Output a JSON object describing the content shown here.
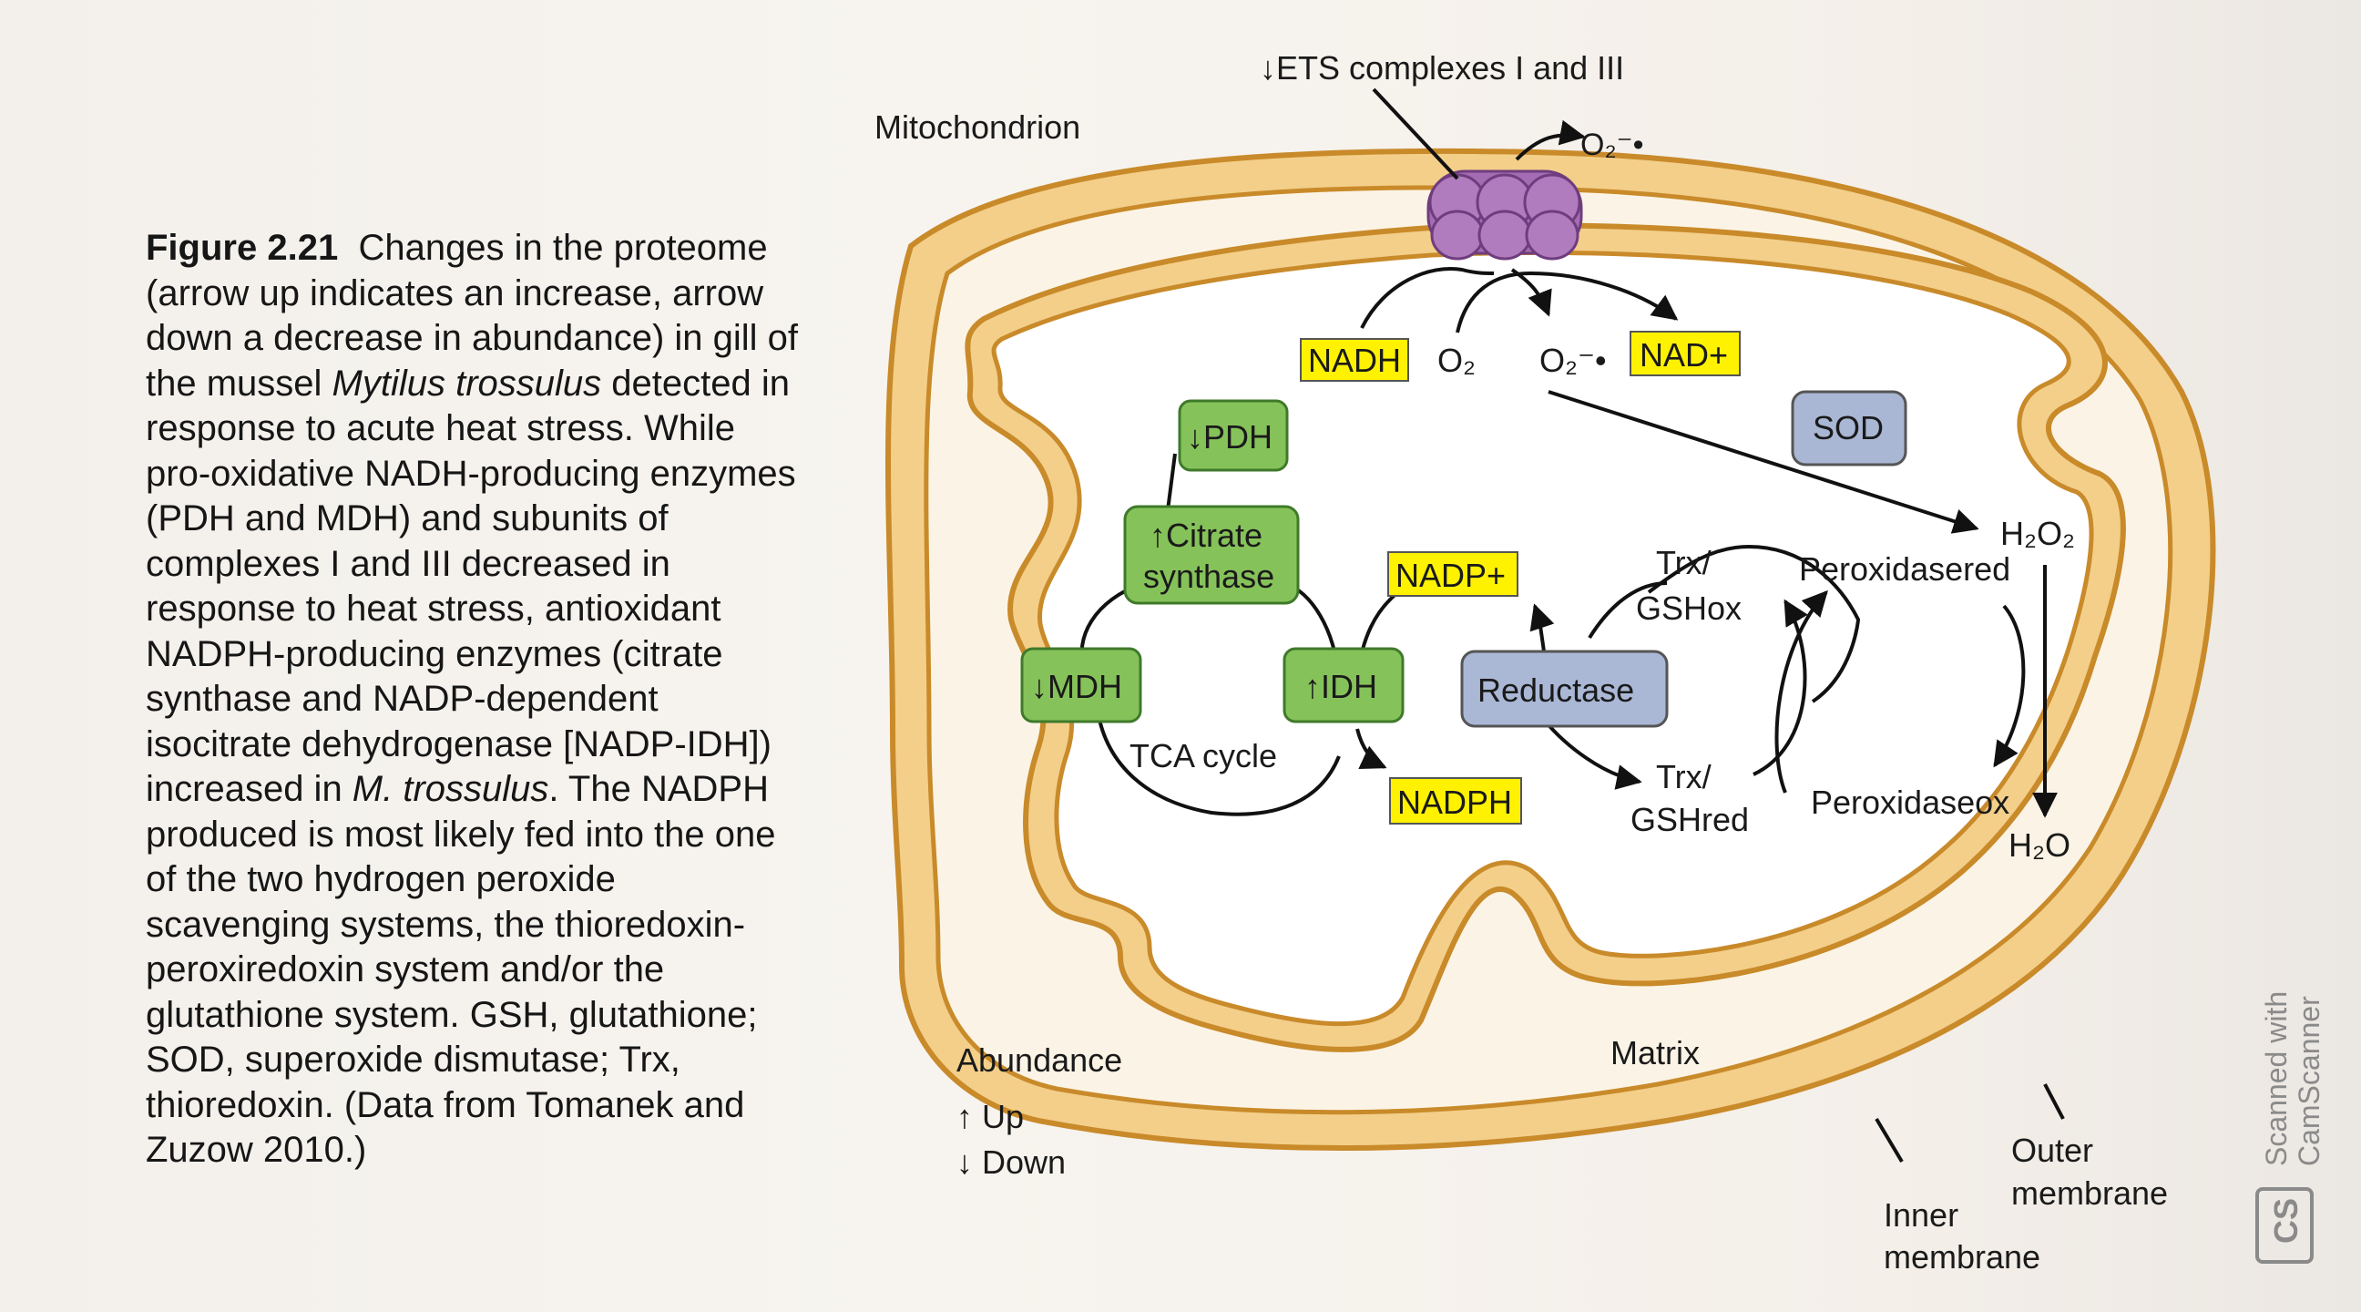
{
  "figure": {
    "number": "Figure 2.21",
    "caption_text": "Changes in the proteome (arrow up indicates an increase, arrow down a decrease in abundance) in gill of the mussel ",
    "species": "Mytilus trossulus",
    "caption_text_2": " detected in response to acute heat stress. While pro-oxidative NADH-producing enzymes (PDH and MDH) and subunits of complexes I and III decreased in response to heat stress, antioxidant NADPH-producing enzymes (citrate synthase and NADP-dependent isocitrate dehydrogenase [NADP-IDH]) increased in ",
    "species_abbrev": "M. trossulus",
    "caption_text_3": ". The NADPH produced is most likely fed into the one of the two hydrogen peroxide scavenging systems, the thioredoxin-peroxiredoxin system and/or the glutathione system. GSH, glutathione; SOD, superoxide dismutase; Trx, thioredoxin. (Data from Tomanek and Zuzow 2010.)"
  },
  "diagram": {
    "mitochondrion_label": "Mitochondrion",
    "ets_label": "↓ETS complexes I and III",
    "superoxide_top": "O₂⁻•",
    "nadh": "NADH",
    "o2": "O₂",
    "superoxide": "O₂⁻•",
    "nad_plus": "NAD+",
    "sod": "SOD",
    "h2o2": "H₂O₂",
    "pdh": "↓PDH",
    "citrate_synthase_line1": "↑Citrate",
    "citrate_synthase_line2": "synthase",
    "mdh": "↓MDH",
    "idh": "↑IDH",
    "tca_cycle": "TCA cycle",
    "nadp_plus": "NADP+",
    "nadph": "NADPH",
    "reductase": "Reductase",
    "trx_gsh_ox_line1": "Trx/",
    "trx_gsh_ox_line2": "GSHox",
    "trx_gsh_red_line1": "Trx/",
    "trx_gsh_red_line2": "GSHred",
    "peroxidase_red": "Peroxidasered",
    "peroxidase_ox": "Peroxidaseox",
    "h2o": "H₂O",
    "matrix": "Matrix",
    "outer_membrane_line1": "Outer",
    "outer_membrane_line2": "membrane",
    "inner_membrane_line1": "Inner",
    "inner_membrane_line2": "membrane"
  },
  "legend": {
    "title": "Abundance",
    "up": "↑ Up",
    "down": "↓ Down"
  },
  "watermark": {
    "text_line1": "Scanned with",
    "text_line2": "CamScanner",
    "logo": "CS"
  },
  "colors": {
    "membrane_fill": "#f3cf8a",
    "membrane_stroke": "#c98a2a",
    "enzyme_green": "#86c25a",
    "cofactor_yellow": "#fff200",
    "sod_blue": "#a9b7d4",
    "reductase_blue": "#aab8d6",
    "ets_purple": "#a46db3"
  }
}
